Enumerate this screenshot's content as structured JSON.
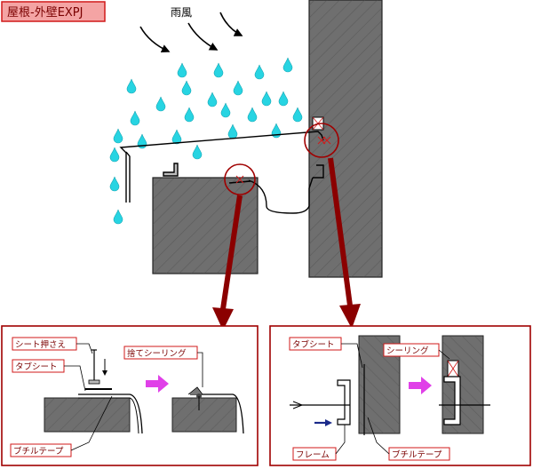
{
  "title": "屋根-外壁EXPJ",
  "weather_label": "雨風",
  "colors": {
    "title_bg": "#f4a4a4",
    "title_border": "#d11a1a",
    "title_text": "#7a0000",
    "rain": "#27d4e2",
    "wall": "#6f6f6f",
    "wall_dark": "#3e3e3e",
    "arrow": "#8b0000",
    "callout_circle": "#a00000",
    "panel_border": "#a00000",
    "transition_arrow": "#e040e8",
    "label_border": "#d11a1a",
    "label_text": "#7a0000",
    "dark_arrow": "#1a2a8a",
    "sealing_cross": "#d11a1a"
  },
  "detail_left": {
    "labels": {
      "sheet_press": "シート押さえ",
      "tab_sheet": "タブシート",
      "discard_sealing": "捨てシーリング",
      "butyl_tape": "ブチルテープ"
    }
  },
  "detail_right": {
    "labels": {
      "tab_sheet": "タブシート",
      "sealing": "シーリング",
      "frame": "フレーム",
      "butyl_tape": "ブチルテープ"
    }
  }
}
